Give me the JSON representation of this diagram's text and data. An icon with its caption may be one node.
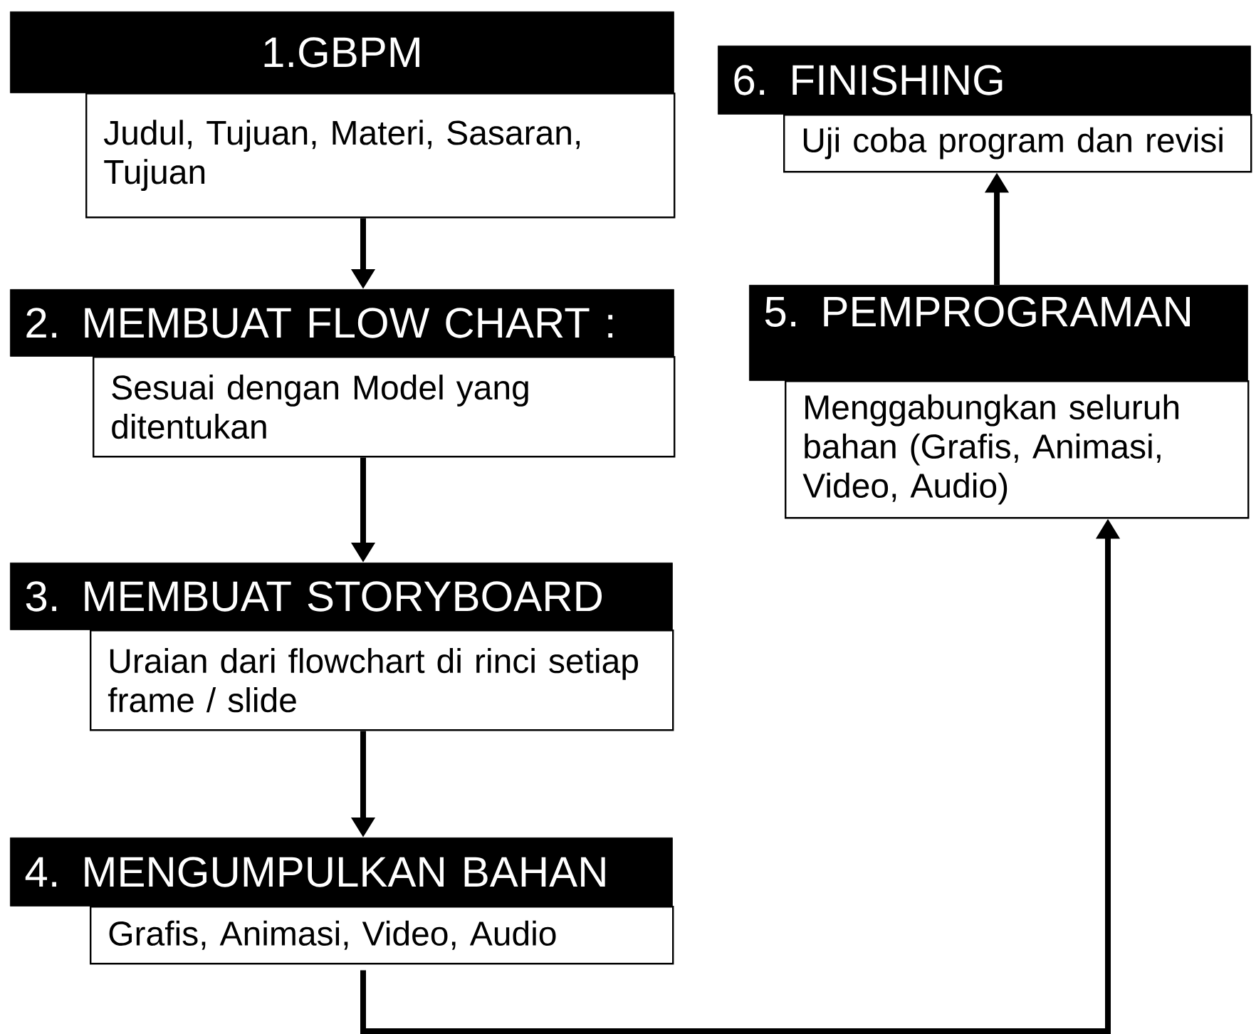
{
  "diagram": {
    "nodes": [
      {
        "text": [
          "1.GBPM"
        ]
      },
      {
        "text": [
          "Judul, Tujuan, Materi, Sasaran, Tujuan"
        ]
      },
      {
        "text": [
          "2. MEMBUAT FLOW CHART :"
        ]
      },
      {
        "text": [
          "Sesuai dengan Model yang ditentukan"
        ]
      },
      {
        "text": [
          "3. MEMBUAT STORYBOARD"
        ]
      },
      {
        "text": [
          "Uraian dari flowchart di rinci setiap frame / slide"
        ]
      },
      {
        "text": [
          "4. MENGUMPULKAN BAHAN"
        ]
      },
      {
        "text": [
          "Grafis, Animasi, Video, Audio"
        ]
      },
      {
        "text": [
          "5. PEMPROGRAMAN"
        ]
      },
      {
        "text": [
          "Menggabungkan seluruh bahan (Grafis, Animasi, Video, Audio)"
        ]
      },
      {
        "text": [
          "6. FINISHING"
        ]
      },
      {
        "text": [
          "Uji coba program dan revisi"
        ]
      }
    ],
    "edges": [
      {
        "from": 1,
        "to": 2,
        "arrow": "to"
      },
      {
        "from": 3,
        "to": 4,
        "arrow": "to"
      },
      {
        "from": 5,
        "to": 6,
        "arrow": "to"
      },
      {
        "from": 7,
        "to": 9,
        "arrow": "to"
      },
      {
        "from": 8,
        "to": 11,
        "arrow": "to"
      }
    ]
  }
}
